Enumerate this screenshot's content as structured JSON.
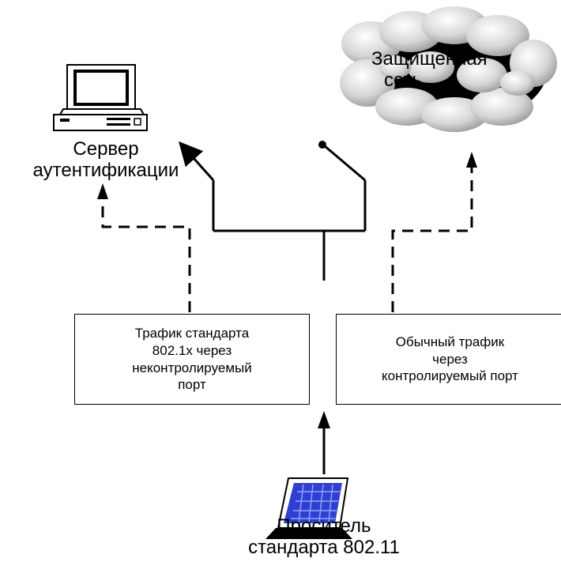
{
  "server": {
    "line1": "Сервер",
    "line2": "аутентификации"
  },
  "network": {
    "line1": "Защищенная",
    "line2": "сеть"
  },
  "box_left": {
    "line1": "Трафик стандарта",
    "line2": "802.1x через",
    "line3": "неконтролируемый",
    "line4": "порт"
  },
  "box_right": {
    "line1": "Обычный трафик",
    "line2": "через",
    "line3": "контролируемый порт"
  },
  "supplicant": {
    "line1": "Проситель",
    "line2": "стандарта 802.11"
  },
  "icons": {
    "server": "desktop-computer-icon",
    "network": "cloud-icon",
    "supplicant": "laptop-icon"
  },
  "colors": {
    "stroke": "#000000",
    "cloud_fill": "#cfcfcf",
    "laptop_screen": "#2f3fd0"
  }
}
